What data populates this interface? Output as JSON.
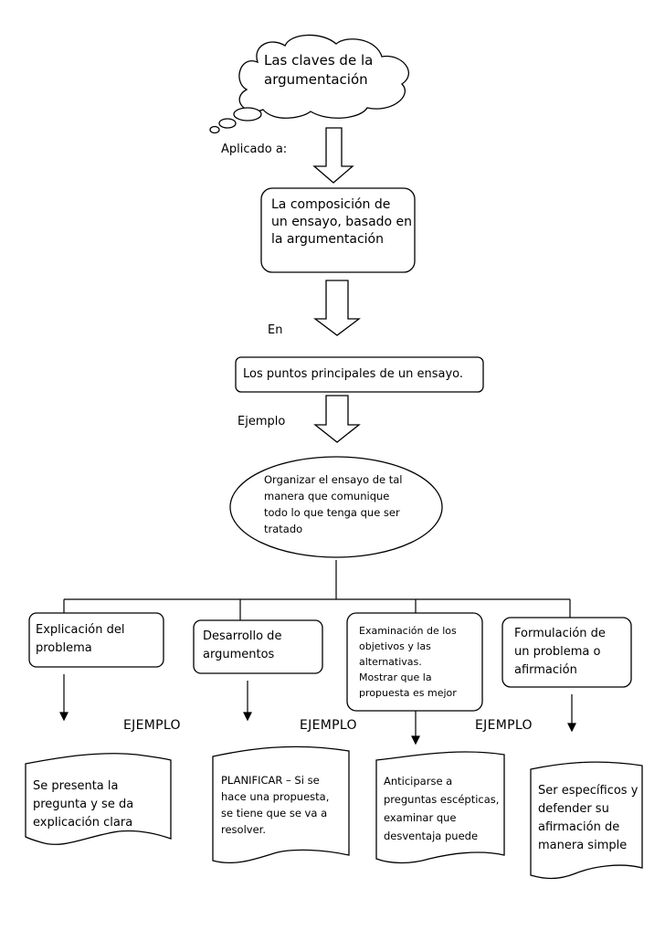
{
  "cloud": {
    "text": "Las claves de la\nargumentación"
  },
  "labels": {
    "applied": "Aplicado a:",
    "in": "En",
    "example": "Ejemplo"
  },
  "boxes": {
    "composition": "La composición de\nun ensayo, basado en\nla argumentación",
    "main_points": "Los puntos principales de un ensayo.",
    "organize": "Organizar el ensayo de tal\nmanera que comunique\ntodo lo que tenga que ser\ntratado"
  },
  "branches": [
    {
      "title": "Explicación del\nproblema",
      "example": "Se presenta la\npregunta y se da\nexplicación clara"
    },
    {
      "title": "Desarrollo de\nargumentos",
      "example": "PLANIFICAR – Si se\nhace una propuesta,\nse tiene que se va a\nresolver."
    },
    {
      "title": "Examinación de los\nobjetivos y las\nalternativas.\nMostrar que la\npropuesta es mejor",
      "example": "Anticiparse a\npreguntas escépticas,\nexaminar que\ndesventaja puede"
    },
    {
      "title": "Formulación de\nun problema  o\nafirmación",
      "example": "Ser específicos y\ndefender su\nafirmación de\nmanera simple"
    }
  ],
  "example_labels": [
    "EJEMPLO",
    "EJEMPLO",
    "EJEMPLO"
  ]
}
